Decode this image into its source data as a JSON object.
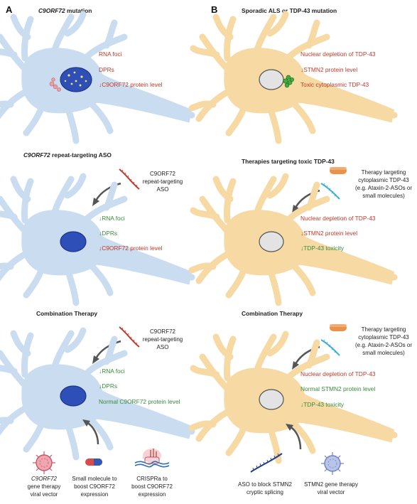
{
  "panels": {
    "A": {
      "label": "A",
      "row1": {
        "title_italic": "C9ORF72",
        "title_rest": " mutation",
        "effects": [
          "RNA foci",
          "DPRs",
          "↓C9ORF72 protein level"
        ]
      },
      "row2": {
        "title_italic": "C9ORF72",
        "title_rest": " repeat-targeting ASO",
        "aso_label": [
          "C9ORF72",
          "repeat-targeting",
          "ASO"
        ],
        "effects": [
          "↓RNA foci",
          "↓DPRs",
          "↓C9ORF72 protein level"
        ]
      },
      "row3": {
        "title": "Combination Therapy",
        "aso_label": [
          "C9ORF72",
          "repeat-targeting",
          "ASO"
        ],
        "effects": [
          "↓RNA foci",
          "↓DPRs",
          "Normal C9ORF72 protein level"
        ],
        "therapies": [
          [
            "C9ORF72",
            "gene therapy",
            "viral vector"
          ],
          [
            "Small molecule to",
            "boost C9ORF72",
            "expression"
          ],
          [
            "CRISPRa to",
            "boost C9ORF72",
            "expression"
          ]
        ]
      }
    },
    "B": {
      "label": "B",
      "row1": {
        "title": "Sporadic ALS or TDP-43 mutation",
        "effects": [
          "Nuclear depletion of TDP-43",
          "↓STMN2 protein level",
          "Toxic cytoplasmic TDP-43"
        ]
      },
      "row2": {
        "title": "Therapies targeting toxic TDP-43",
        "therapy_label": [
          "Therapy targeting",
          "cytoplasmic TDP-43",
          "(e.g. Ataxin-2-ASOs or",
          "small molecules)"
        ],
        "effects": [
          "Nuclear depletion of TDP-43",
          "↓STMN2 protein level",
          "↓TDP-43  toxicity"
        ]
      },
      "row3": {
        "title": "Combination Therapy",
        "therapy_label": [
          "Therapy targeting",
          "cytoplasmic TDP-43",
          "(e.g. Ataxin-2-ASOs or",
          "small molecules)"
        ],
        "effects": [
          "Nuclear depletion of TDP-43",
          "Normal STMN2 protein level",
          "↓TDP-43  toxicity"
        ],
        "therapies": [
          [
            "ASO to block STMN2",
            "cryptic splicing"
          ],
          [
            "STMN2 gene therapy",
            "viral vector"
          ]
        ]
      }
    }
  },
  "colors": {
    "neuron_blue": "#c9dcf0",
    "neuron_blue_stroke": "#9ab6d6",
    "neuron_tan": "#f6d9a3",
    "neuron_tan_stroke": "#e4bd7a",
    "nucleus_blue": "#2f4fb8",
    "nucleus_grey": "#e3e3e3",
    "red_text": "#c0392b",
    "green_text": "#3a8a3a"
  }
}
